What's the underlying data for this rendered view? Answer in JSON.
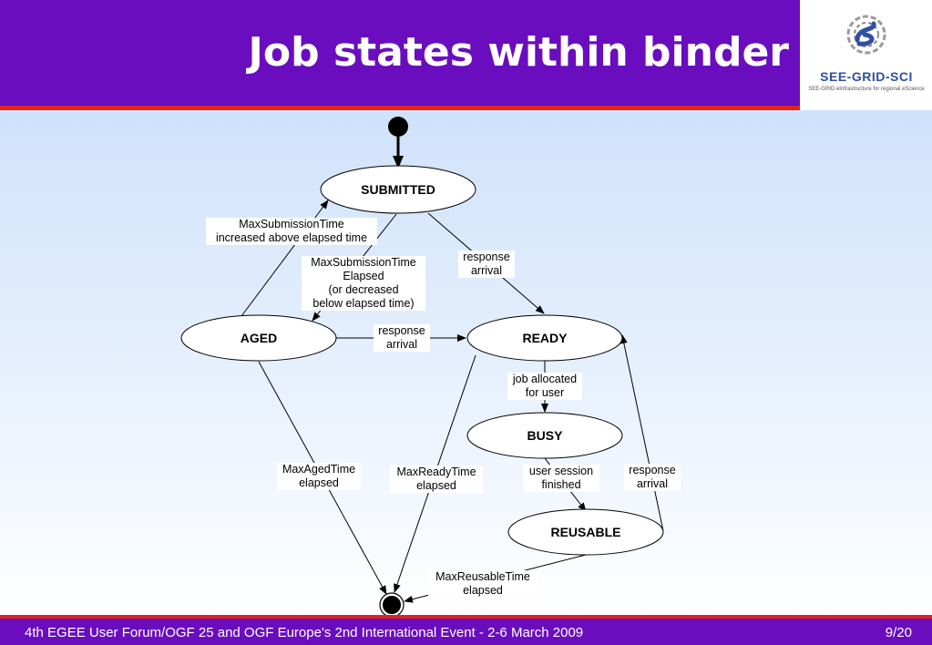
{
  "title": "Job states within binder",
  "logo": {
    "name": "SEE-GRID-SCI",
    "tagline": "SEE-GRID eInfrastructure for regional eScience"
  },
  "states": {
    "submitted": "SUBMITTED",
    "aged": "AGED",
    "ready": "READY",
    "busy": "BUSY",
    "reusable": "REUSABLE"
  },
  "transitions": {
    "aged_to_submitted": "MaxSubmissionTime\nincreased above elapsed time",
    "submitted_to_aged": "MaxSubmissionTime\nElapsed\n(or decreased\nbelow elapsed time)",
    "submitted_to_ready": "response\narrival",
    "aged_to_ready": "response\narrival",
    "ready_to_busy": "job allocated\nfor user",
    "aged_to_final": "MaxAgedTime\nelapsed",
    "ready_to_final": "MaxReadyTime\nelapsed",
    "busy_to_reusable": "user session\nfinished",
    "reusable_to_ready": "response\narrival",
    "reusable_to_final": "MaxReusableTime\nelapsed"
  },
  "footer": {
    "text": "4th EGEE User Forum/OGF 25 and OGF Europe's 2nd International Event - 2-6 March 2009",
    "page": "9/20"
  }
}
